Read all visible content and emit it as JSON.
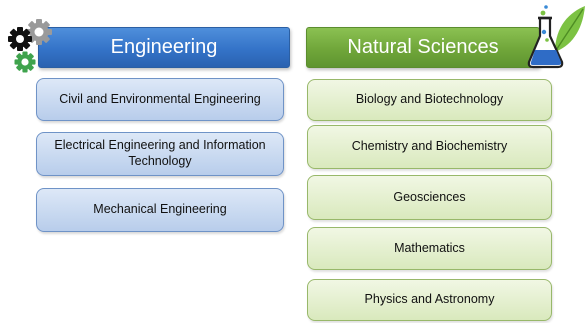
{
  "engineering": {
    "title": "Engineering",
    "items": [
      "Civil and Environmental Engineering",
      "Electrical Engineering and Information Technology",
      "Mechanical Engineering"
    ]
  },
  "natural_sciences": {
    "title": "Natural Sciences",
    "items": [
      "Biology and Biotechnology",
      "Chemistry and Biochemistry",
      "Geosciences",
      "Mathematics",
      "Physics and Astronomy"
    ]
  },
  "icons": {
    "engineering": "gears-icon",
    "natural_sciences": "flask-leaf-icon"
  },
  "colors": {
    "engineering_header": "#3473c8",
    "engineering_item": "#c9daf0",
    "natural_header": "#70a63a",
    "natural_item": "#e3efcd"
  }
}
